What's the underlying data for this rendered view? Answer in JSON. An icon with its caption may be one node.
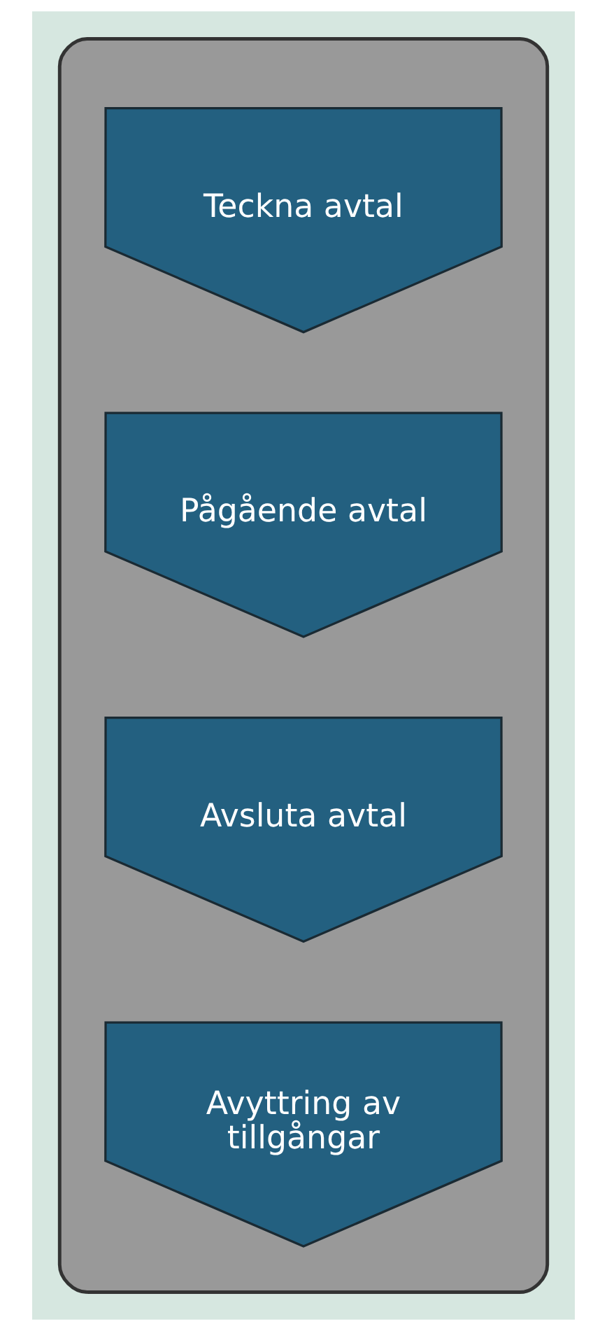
{
  "diagram": {
    "nodes": [
      {
        "text": [],
        "shape": "box"
      },
      {
        "text": [
          "Teckna avtal"
        ],
        "in": 0
      },
      {
        "text": [
          "Pågående avtal"
        ],
        "in": 0
      },
      {
        "text": [
          "Avsluta avtal"
        ],
        "in": 0
      },
      {
        "text": [
          "Avyttring av tillgångar"
        ],
        "in": 0
      }
    ],
    "edges": []
  }
}
